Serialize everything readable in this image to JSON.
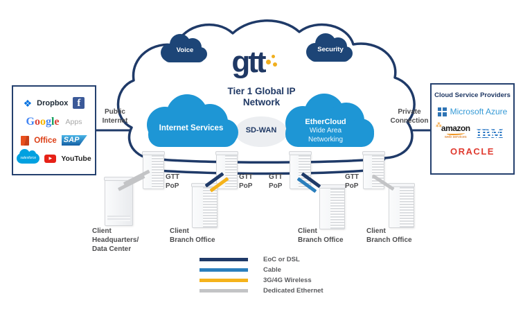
{
  "colors": {
    "navy": "#1F3A68",
    "cloud_blue": "#1E96D5",
    "dark_cloud_blue": "#1D4577",
    "cable_blue": "#2B7FBD",
    "wireless_yellow": "#F5B31B",
    "ethernet_gray": "#C3C4C6",
    "label_gray": "#4D4D4F",
    "gtt_gold": "#F0AF1F"
  },
  "network_cloud": {
    "logo": "gtt",
    "title_line1": "Tier 1 Global IP",
    "title_line2": "Network",
    "voice": "Voice",
    "security": "Security",
    "internet_services": "Internet Services",
    "sdwan": "SD-WAN",
    "ethercloud_line1": "EtherCloud",
    "ethercloud_line2": "Wide Area",
    "ethercloud_line3": "Networking"
  },
  "left_panel": {
    "link_label_line1": "Public",
    "link_label_line2": "Internet",
    "logos": {
      "dropbox": "Dropbox",
      "facebook_initial": "f",
      "google": [
        "G",
        "o",
        "o",
        "g",
        "l",
        "e"
      ],
      "google_suffix": "Apps",
      "office": "Office",
      "sap": "SAP",
      "salesforce": "salesforce",
      "youtube_play": "▶",
      "youtube": "YouTube"
    }
  },
  "right_panel": {
    "title": "Cloud Service Providers",
    "link_label_line1": "Private",
    "link_label_line2": "Connection",
    "logos": {
      "microsoft_azure": "Microsoft Azure",
      "amazon": "amazon",
      "amazon_sub": "web services",
      "amazon_dots": "⁂",
      "ibm": "IBM",
      "oracle": "ORACLE"
    }
  },
  "pops": [
    {
      "line1": "GTT",
      "line2": "PoP"
    },
    {
      "line1": "GTT",
      "line2": "PoP"
    },
    {
      "line1": "GTT",
      "line2": "PoP"
    },
    {
      "line1": "GTT",
      "line2": "PoP"
    }
  ],
  "clients": [
    {
      "line1": "Client",
      "line2": "Headquarters/",
      "line3": "Data Center"
    },
    {
      "line1": "Client",
      "line2": "Branch Office"
    },
    {
      "line1": "Client",
      "line2": "Branch Office"
    },
    {
      "line1": "Client",
      "line2": "Branch Office"
    }
  ],
  "legend": [
    {
      "label": "EoC or DSL",
      "color": "#1F3A68"
    },
    {
      "label": "Cable",
      "color": "#2B7FBD"
    },
    {
      "label": "3G/4G Wireless",
      "color": "#F5B31B"
    },
    {
      "label": "Dedicated Ethernet",
      "color": "#C3C4C6"
    }
  ]
}
